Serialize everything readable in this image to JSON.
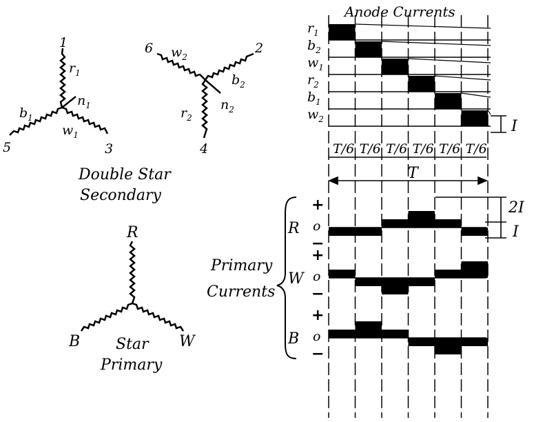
{
  "double_star": {
    "title_line1": "Double Star",
    "title_line2": "Secondary",
    "star1": {
      "r": "r",
      "n": "n",
      "b": "b",
      "w": "w",
      "sub": "1",
      "t1": "1",
      "t5": "5",
      "t3": "3"
    },
    "star2": {
      "w": "w",
      "b": "b",
      "n": "n",
      "r": "r",
      "sub": "2",
      "t6": "6",
      "t2": "2",
      "t4": "4"
    }
  },
  "star_primary": {
    "label_R": "R",
    "label_B": "B",
    "label_W": "W",
    "title_line1": "Star",
    "title_line2": "Primary"
  },
  "anode": {
    "title": "Anode Currents",
    "rows": [
      {
        "letter": "r",
        "sub": "1"
      },
      {
        "letter": "b",
        "sub": "2"
      },
      {
        "letter": "w",
        "sub": "1"
      },
      {
        "letter": "r",
        "sub": "2"
      },
      {
        "letter": "b",
        "sub": "1"
      },
      {
        "letter": "w",
        "sub": "2"
      }
    ],
    "current_label": "I",
    "period_label": "T/6",
    "full_period_label": "T"
  },
  "primary": {
    "title_line1": "Primary",
    "title_line2": "Currents",
    "phases": [
      "R",
      "W",
      "B"
    ],
    "plus": "+",
    "zero": "o",
    "minus": "−",
    "label_2I": "2I",
    "label_I": "I"
  }
}
